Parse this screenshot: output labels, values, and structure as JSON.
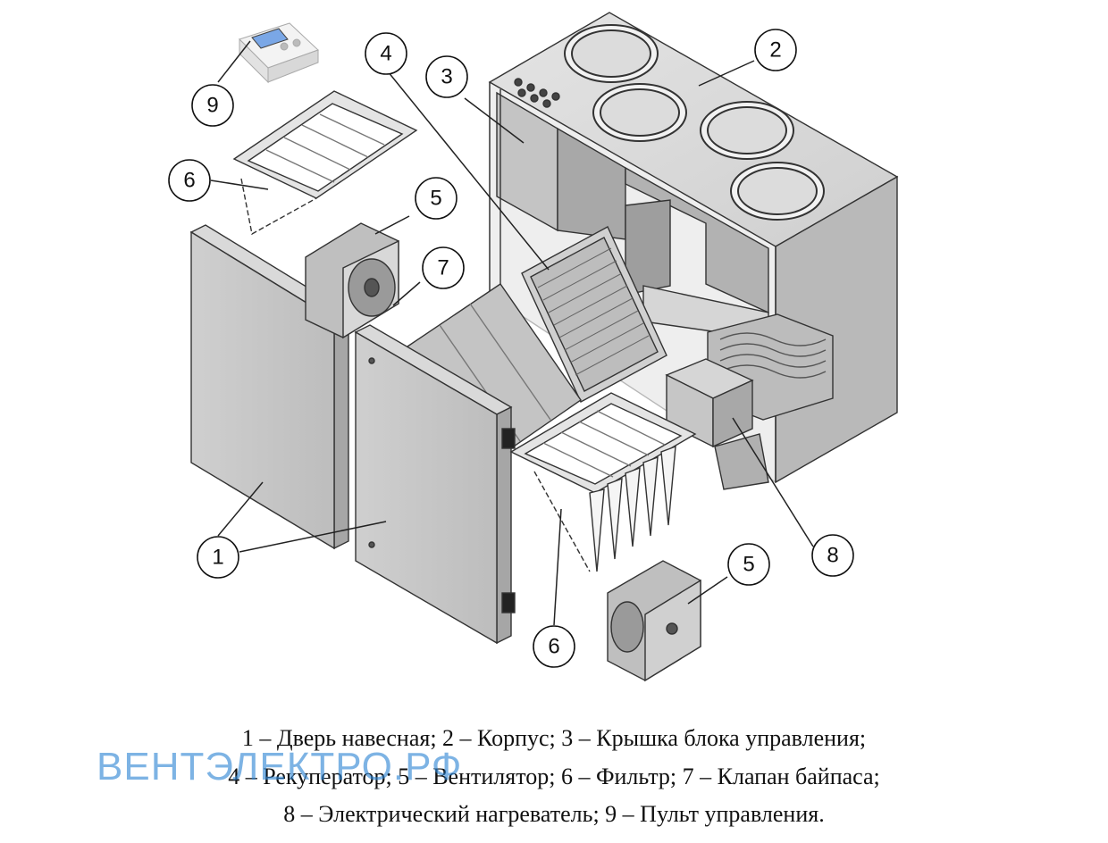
{
  "callouts": [
    {
      "id": "1",
      "label": "1"
    },
    {
      "id": "2",
      "label": "2"
    },
    {
      "id": "3",
      "label": "3"
    },
    {
      "id": "4",
      "label": "4"
    },
    {
      "id": "5",
      "label": "5"
    },
    {
      "id": "6",
      "label": "6"
    },
    {
      "id": "7",
      "label": "7"
    },
    {
      "id": "8",
      "label": "8"
    },
    {
      "id": "9",
      "label": "9"
    }
  ],
  "callout_numbers": {
    "n1a": "1",
    "n2": "2",
    "n3": "3",
    "n4": "4",
    "n5a": "5",
    "n5b": "5",
    "n6a": "6",
    "n6b": "6",
    "n7": "7",
    "n8": "8",
    "n9": "9"
  },
  "caption": {
    "line1": "1 – Дверь навесная; 2 – Корпус; 3 – Крышка блока управления;",
    "line2": "4 – Рекуператор; 5 – Вентилятор; 6 – Фильтр; 7 – Клапан байпаса;",
    "line3": "8 – Электрический нагреватель; 9 – Пульт управления."
  },
  "watermark": "ВЕНТЭЛЕКТРО.РФ",
  "colors": {
    "panel": "#c9c9c9",
    "panel_dark": "#a9a9a9",
    "panel_light": "#dedede",
    "outline": "#333333",
    "watermark": "#2f86d4"
  }
}
